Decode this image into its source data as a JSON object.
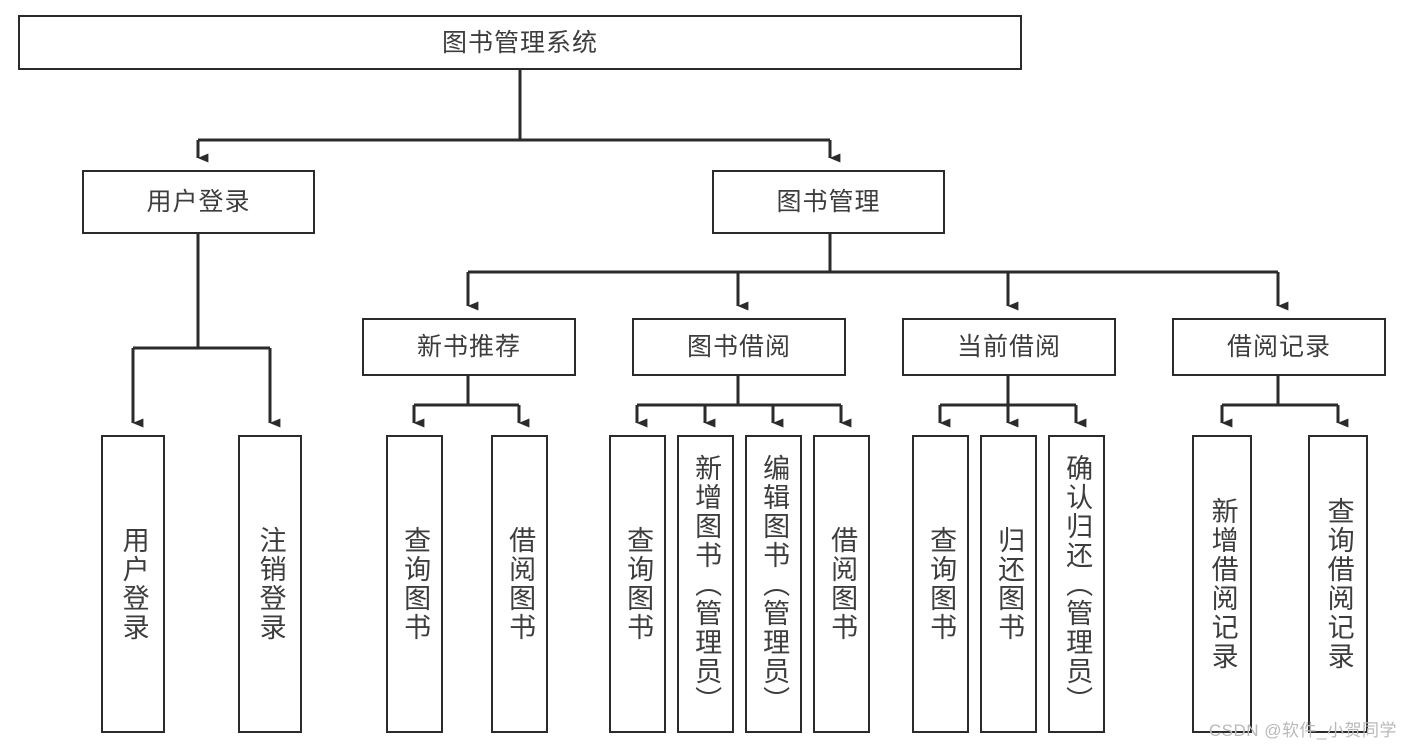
{
  "diagram": {
    "title": "图书管理系统",
    "type": "hierarchy-tree",
    "line_color": "#2b2b2b",
    "box_border_color": "#2b2b2b",
    "box_fill_color": "#ffffff",
    "text_color": "#3d3d3d",
    "background_color": "#ffffff"
  },
  "root": {
    "label": "图书管理系统"
  },
  "level2": [
    {
      "label": "用户登录"
    },
    {
      "label": "图书管理"
    }
  ],
  "level3": [
    {
      "label": "新书推荐"
    },
    {
      "label": "图书借阅"
    },
    {
      "label": "当前借阅"
    },
    {
      "label": "借阅记录"
    }
  ],
  "leaves": {
    "user_login": [
      {
        "label": "用户登录"
      },
      {
        "label": "注销登录"
      }
    ],
    "new_book_recommend": [
      {
        "label": "查询图书"
      },
      {
        "label": "借阅图书"
      }
    ],
    "book_borrow": [
      {
        "label": "查询图书"
      },
      {
        "label": "新增图书（管理员）"
      },
      {
        "label": "编辑图书（管理员）"
      },
      {
        "label": "借阅图书"
      }
    ],
    "current_borrow": [
      {
        "label": "查询图书"
      },
      {
        "label": "归还图书"
      },
      {
        "label": "确认归还（管理员）"
      }
    ],
    "borrow_record": [
      {
        "label": "新增借阅记录"
      },
      {
        "label": "查询借阅记录"
      }
    ]
  },
  "watermark": {
    "text": "CSDN @软件_小贺同学"
  }
}
